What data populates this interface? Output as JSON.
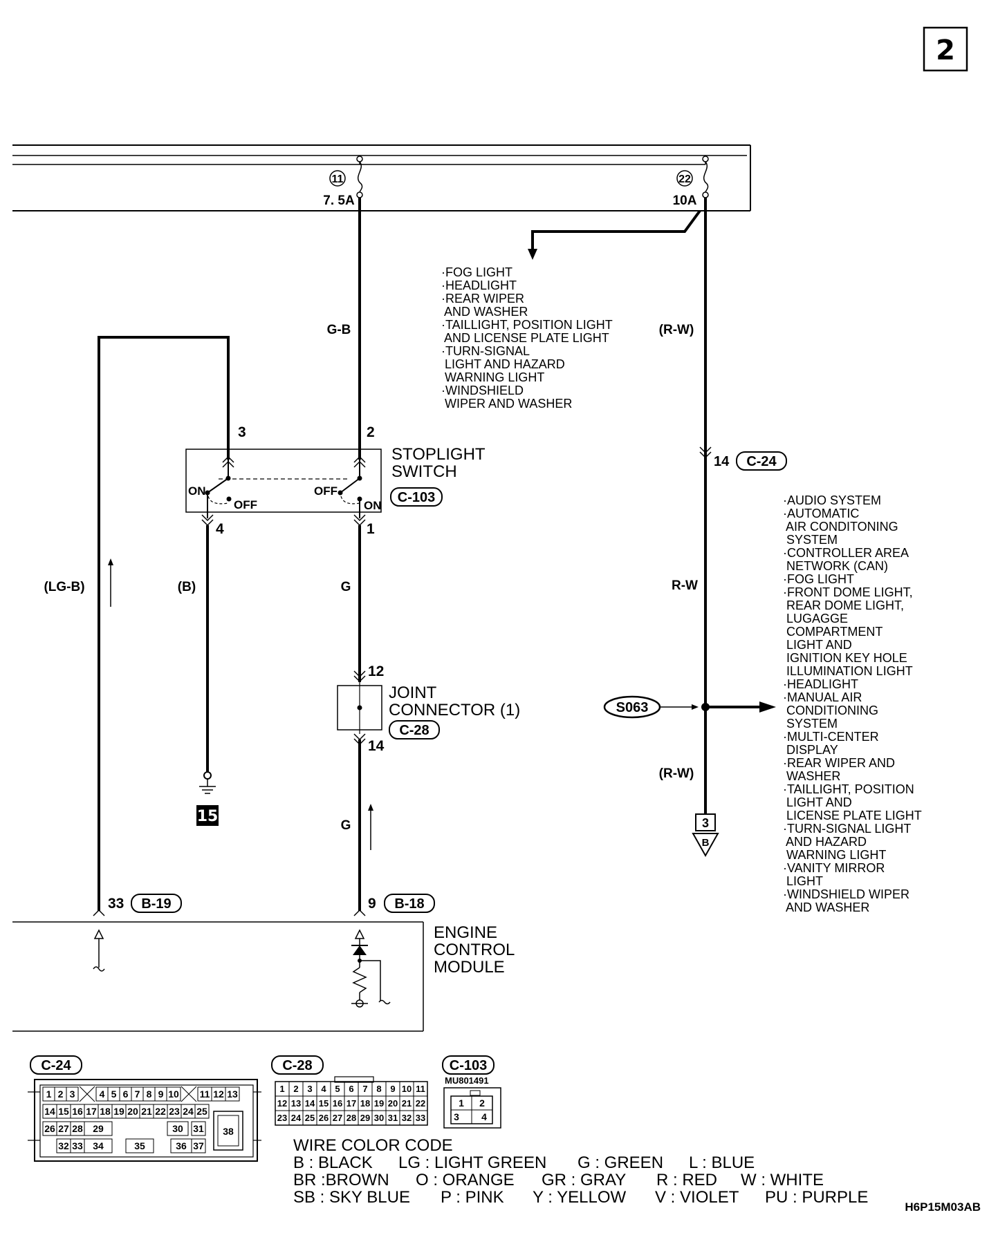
{
  "page_number": "2",
  "fuses": [
    {
      "number": "11",
      "rating": "7. 5A"
    },
    {
      "number": "22",
      "rating": "10A"
    }
  ],
  "wires": {
    "gb": "G-B",
    "rw_top": "(R-W)",
    "rw_mid": "R-W",
    "rw_bottom": "(R-W)",
    "lgb": "(LG-B)",
    "b": "(B)",
    "g_upper": "G",
    "g_lower": "G"
  },
  "fuse22_branch_list": [
    "·FOG LIGHT",
    "·HEADLIGHT",
    "·REAR WIPER",
    " AND WASHER",
    "·TAILLIGHT, POSITION LIGHT",
    " AND LICENSE PLATE LIGHT",
    "·TURN-SIGNAL",
    " LIGHT AND HAZARD",
    " WARNING LIGHT",
    "·WINDSHIELD",
    " WIPER AND WASHER"
  ],
  "s063_branch_list": [
    "·AUDIO SYSTEM",
    "·AUTOMATIC",
    " AIR CONDITONING",
    " SYSTEM",
    "·CONTROLLER AREA",
    " NETWORK (CAN)",
    "·FOG LIGHT",
    "·FRONT DOME LIGHT,",
    " REAR DOME LIGHT,",
    " LUGAGGE",
    " COMPARTMENT",
    " LIGHT AND",
    " IGNITION KEY HOLE",
    " ILLUMINATION LIGHT",
    "·HEADLIGHT",
    "·MANUAL AIR",
    " CONDITIONING",
    " SYSTEM",
    "·MULTI-CENTER",
    " DISPLAY",
    "·REAR WIPER AND",
    " WASHER",
    "·TAILLIGHT, POSITION",
    " LIGHT AND",
    " LICENSE PLATE LIGHT",
    "·TURN-SIGNAL LIGHT",
    " AND HAZARD",
    " WARNING LIGHT",
    "·VANITY MIRROR",
    " LIGHT",
    "·WINDSHIELD WIPER",
    " AND WASHER"
  ],
  "stoplight_switch": {
    "title_line1": "STOPLIGHT",
    "title_line2": "SWITCH",
    "connector": "C-103",
    "pin_top_left": "3",
    "pin_top_right": "2",
    "pin_bottom_left": "4",
    "pin_bottom_right": "1",
    "on_left": "ON",
    "off_left": "OFF",
    "off_right": "OFF",
    "on_right": "ON"
  },
  "joint_connector": {
    "title_line1": "JOINT",
    "title_line2": "CONNECTOR (1)",
    "connector": "C-28",
    "pin_top": "12",
    "pin_bottom": "14"
  },
  "c24_pin": {
    "pin": "14",
    "connector": "C-24"
  },
  "splice": "S063",
  "ground_number": "15",
  "off_page": {
    "number": "3",
    "letter": "B"
  },
  "ecm": {
    "line1": "ENGINE",
    "line2": "CONTROL",
    "line3": "MODULE",
    "pin_left": "33",
    "connector_left": "B-19",
    "pin_right": "9",
    "connector_right": "B-18"
  },
  "connector_views": {
    "c24": {
      "label": "C-24",
      "row1": [
        "1",
        "2",
        "3",
        "",
        "4",
        "5",
        "6",
        "7",
        "8",
        "9",
        "10",
        "",
        "11",
        "12",
        "13"
      ],
      "row2": [
        "14",
        "15",
        "16",
        "17",
        "18",
        "19",
        "20",
        "21",
        "22",
        "23",
        "24",
        "25"
      ],
      "row3": [
        "26",
        "27",
        "28",
        "29",
        "30",
        "31"
      ],
      "row4": [
        "32",
        "33",
        "34",
        "35",
        "36",
        "37"
      ],
      "big": "38"
    },
    "c28": {
      "label": "C-28",
      "row1": [
        "1",
        "2",
        "3",
        "4",
        "5",
        "6",
        "7",
        "8",
        "9",
        "10",
        "11"
      ],
      "row2": [
        "12",
        "13",
        "14",
        "15",
        "16",
        "17",
        "18",
        "19",
        "20",
        "21",
        "22"
      ],
      "row3": [
        "23",
        "24",
        "25",
        "26",
        "27",
        "28",
        "29",
        "30",
        "31",
        "32",
        "33"
      ]
    },
    "c103": {
      "label": "C-103",
      "part_number": "MU801491",
      "pins": [
        "1",
        "2",
        "3",
        "4"
      ]
    }
  },
  "wire_color_code": {
    "title": "WIRE COLOR CODE",
    "line1": [
      "B : BLACK",
      "LG : LIGHT GREEN",
      "G : GREEN",
      "L : BLUE"
    ],
    "line2": [
      "BR :BROWN",
      "O : ORANGE",
      "GR : GRAY",
      "R : RED",
      "W : WHITE"
    ],
    "line3": [
      "SB : SKY BLUE",
      "P : PINK",
      "Y : YELLOW",
      "V : VIOLET",
      "PU : PURPLE"
    ]
  },
  "figure_code": "H6P15M03AB"
}
